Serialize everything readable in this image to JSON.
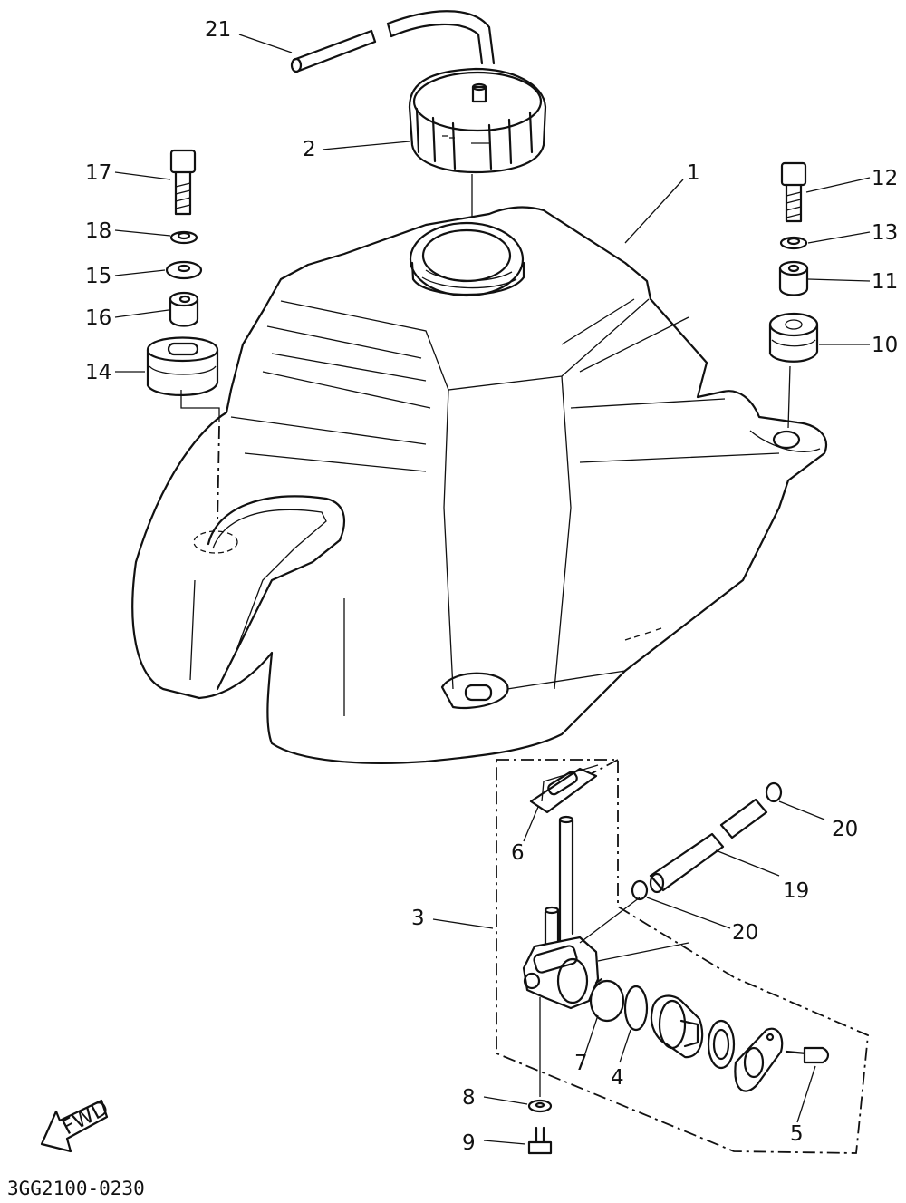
{
  "diagram_code": "3GG2100-0230",
  "fwd_label": "FWD",
  "callouts": {
    "c1": "1",
    "c2": "2",
    "c3": "3",
    "c4": "4",
    "c5": "5",
    "c6": "6",
    "c7": "7",
    "c8": "8",
    "c9": "9",
    "c10": "10",
    "c11": "11",
    "c12": "12",
    "c13": "13",
    "c14": "14",
    "c15": "15",
    "c16": "16",
    "c17": "17",
    "c18": "18",
    "c19": "19",
    "c20a": "20",
    "c20b": "20",
    "c21": "21"
  },
  "line_color": "#111111",
  "background": "#ffffff"
}
